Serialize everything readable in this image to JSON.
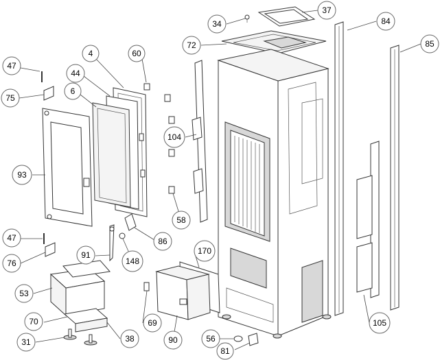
{
  "diagram": {
    "callouts": [
      {
        "id": "c34",
        "label": "34"
      },
      {
        "id": "c37",
        "label": "37"
      },
      {
        "id": "c84",
        "label": "84"
      },
      {
        "id": "c85",
        "label": "85"
      },
      {
        "id": "c72",
        "label": "72"
      },
      {
        "id": "c4",
        "label": "4"
      },
      {
        "id": "c60",
        "label": "60"
      },
      {
        "id": "c47a",
        "label": "47"
      },
      {
        "id": "c44",
        "label": "44"
      },
      {
        "id": "c75",
        "label": "75"
      },
      {
        "id": "c6",
        "label": "6"
      },
      {
        "id": "c104",
        "label": "104"
      },
      {
        "id": "c93",
        "label": "93"
      },
      {
        "id": "c58",
        "label": "58"
      },
      {
        "id": "c47b",
        "label": "47"
      },
      {
        "id": "c86",
        "label": "86"
      },
      {
        "id": "c76",
        "label": "76"
      },
      {
        "id": "c91",
        "label": "91"
      },
      {
        "id": "c148",
        "label": "148"
      },
      {
        "id": "c170",
        "label": "170"
      },
      {
        "id": "c53",
        "label": "53"
      },
      {
        "id": "c70",
        "label": "70"
      },
      {
        "id": "c69",
        "label": "69"
      },
      {
        "id": "c105",
        "label": "105"
      },
      {
        "id": "c38",
        "label": "38"
      },
      {
        "id": "c31",
        "label": "31"
      },
      {
        "id": "c90",
        "label": "90"
      },
      {
        "id": "c56",
        "label": "56"
      },
      {
        "id": "c81",
        "label": "81"
      }
    ]
  }
}
